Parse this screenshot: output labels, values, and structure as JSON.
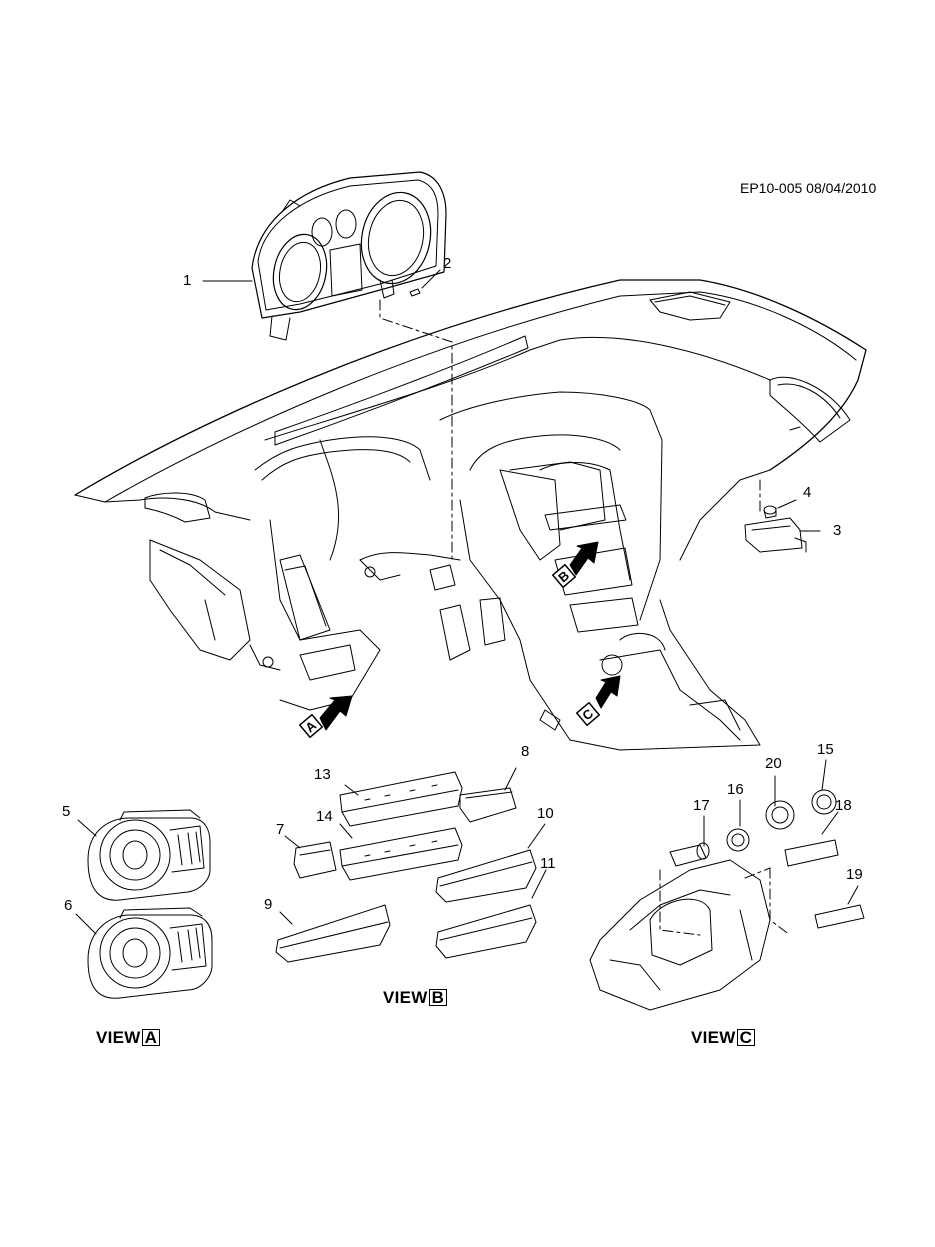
{
  "doc_id": "EP10-005 08/04/2010",
  "callouts": [
    "1",
    "2",
    "3",
    "4",
    "5",
    "6",
    "7",
    "8",
    "9",
    "10",
    "11",
    "13",
    "14",
    "15",
    "16",
    "17",
    "18",
    "19",
    "20"
  ],
  "views": {
    "a": {
      "text": "VIEW",
      "letter": "A"
    },
    "b": {
      "text": "VIEW",
      "letter": "B"
    },
    "c": {
      "text": "VIEW",
      "letter": "C"
    }
  },
  "arrow_letters": {
    "a": "A",
    "b": "B",
    "c": "C"
  }
}
